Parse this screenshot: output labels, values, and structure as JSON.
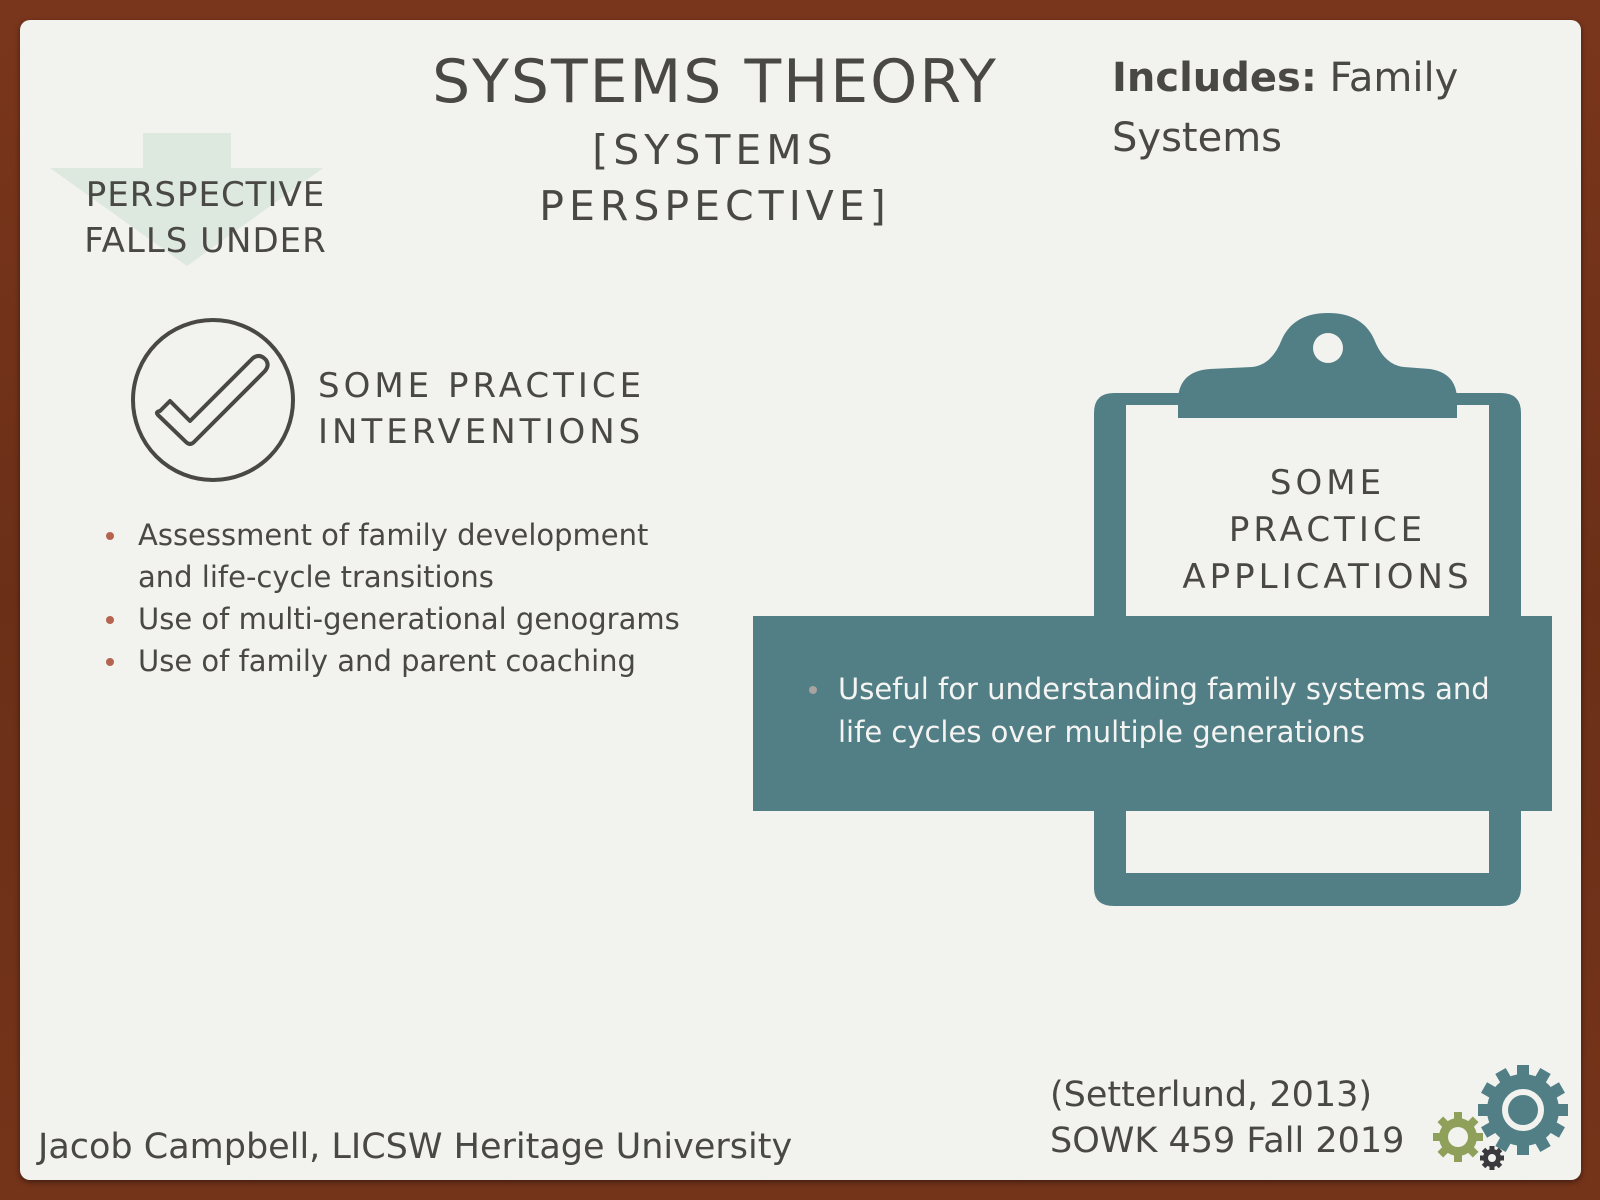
{
  "slide": {
    "title": "SYSTEMS THEORY",
    "subtitle": "[SYSTEMS PERSPECTIVE]",
    "includes": {
      "label": "Includes:",
      "value_line1": "Family",
      "value_line2": "Systems"
    },
    "arrow_label": {
      "line1": "PERSPECTIVE",
      "line2": "FALLS UNDER"
    },
    "interventions": {
      "heading_line1": "SOME PRACTICE",
      "heading_line2": "INTERVENTIONS",
      "items": [
        "Assessment of family development and life-cycle transitions",
        "Use of multi-generational genograms",
        "Use of family and parent coaching"
      ]
    },
    "applications": {
      "heading_line1": "SOME",
      "heading_line2": "PRACTICE",
      "heading_line3": "APPLICATIONS",
      "items": [
        "Useful for understanding family systems and life cycles over multiple generations"
      ]
    },
    "citation": "(Setterlund, 2013)",
    "course": "SOWK 459 Fall 2019",
    "author": "Jacob Campbell, LICSW Heritage University"
  },
  "icons": {
    "arrow": "down-arrow-icon",
    "check": "check-circle-icon",
    "clipboard": "clipboard-icon",
    "gears": "gears-icon"
  },
  "colors": {
    "frame": "#6e3018",
    "paper": "#f2f2ef",
    "text": "#4a4845",
    "teal": "#527f86",
    "mint_arrow": "#dde8de",
    "olive_gear": "#8fa05a",
    "dark_gear": "#3a3a3e",
    "bullet_red": "#b5654f"
  }
}
